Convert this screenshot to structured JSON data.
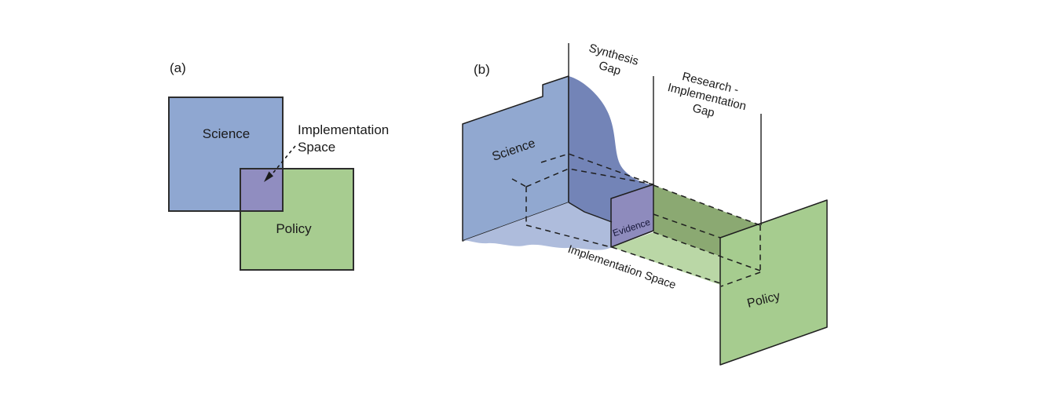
{
  "figure": {
    "background": "#ffffff",
    "panels": {
      "a": {
        "tag": "(a)",
        "science": "Science",
        "policy": "Policy",
        "impl_line1": "Implementation",
        "impl_line2": "Space",
        "colors": {
          "science": "#8fa7d1",
          "policy": "#a7cc90",
          "overlap": "#908dc0",
          "outline": "#2d2d2d"
        }
      },
      "b": {
        "tag": "(b)",
        "science": "Science",
        "policy": "Policy",
        "evidence": "Evidence",
        "synthesis_gap": [
          "Synthesis",
          "Gap"
        ],
        "research_gap": [
          "Research -",
          "Implementation",
          "Gap"
        ],
        "implementation_space": "Implementation Space",
        "colors": {
          "science_wall": "#91a8d0",
          "waterfall": "#7384b7",
          "pool": "#aebcdc",
          "evidence_cube": "#8e8bbd",
          "policy_wall": "#a6cc8f",
          "band_dark": "#8ba972",
          "band_light": "#bad7a6",
          "line": "#1f1f1f"
        }
      }
    }
  }
}
